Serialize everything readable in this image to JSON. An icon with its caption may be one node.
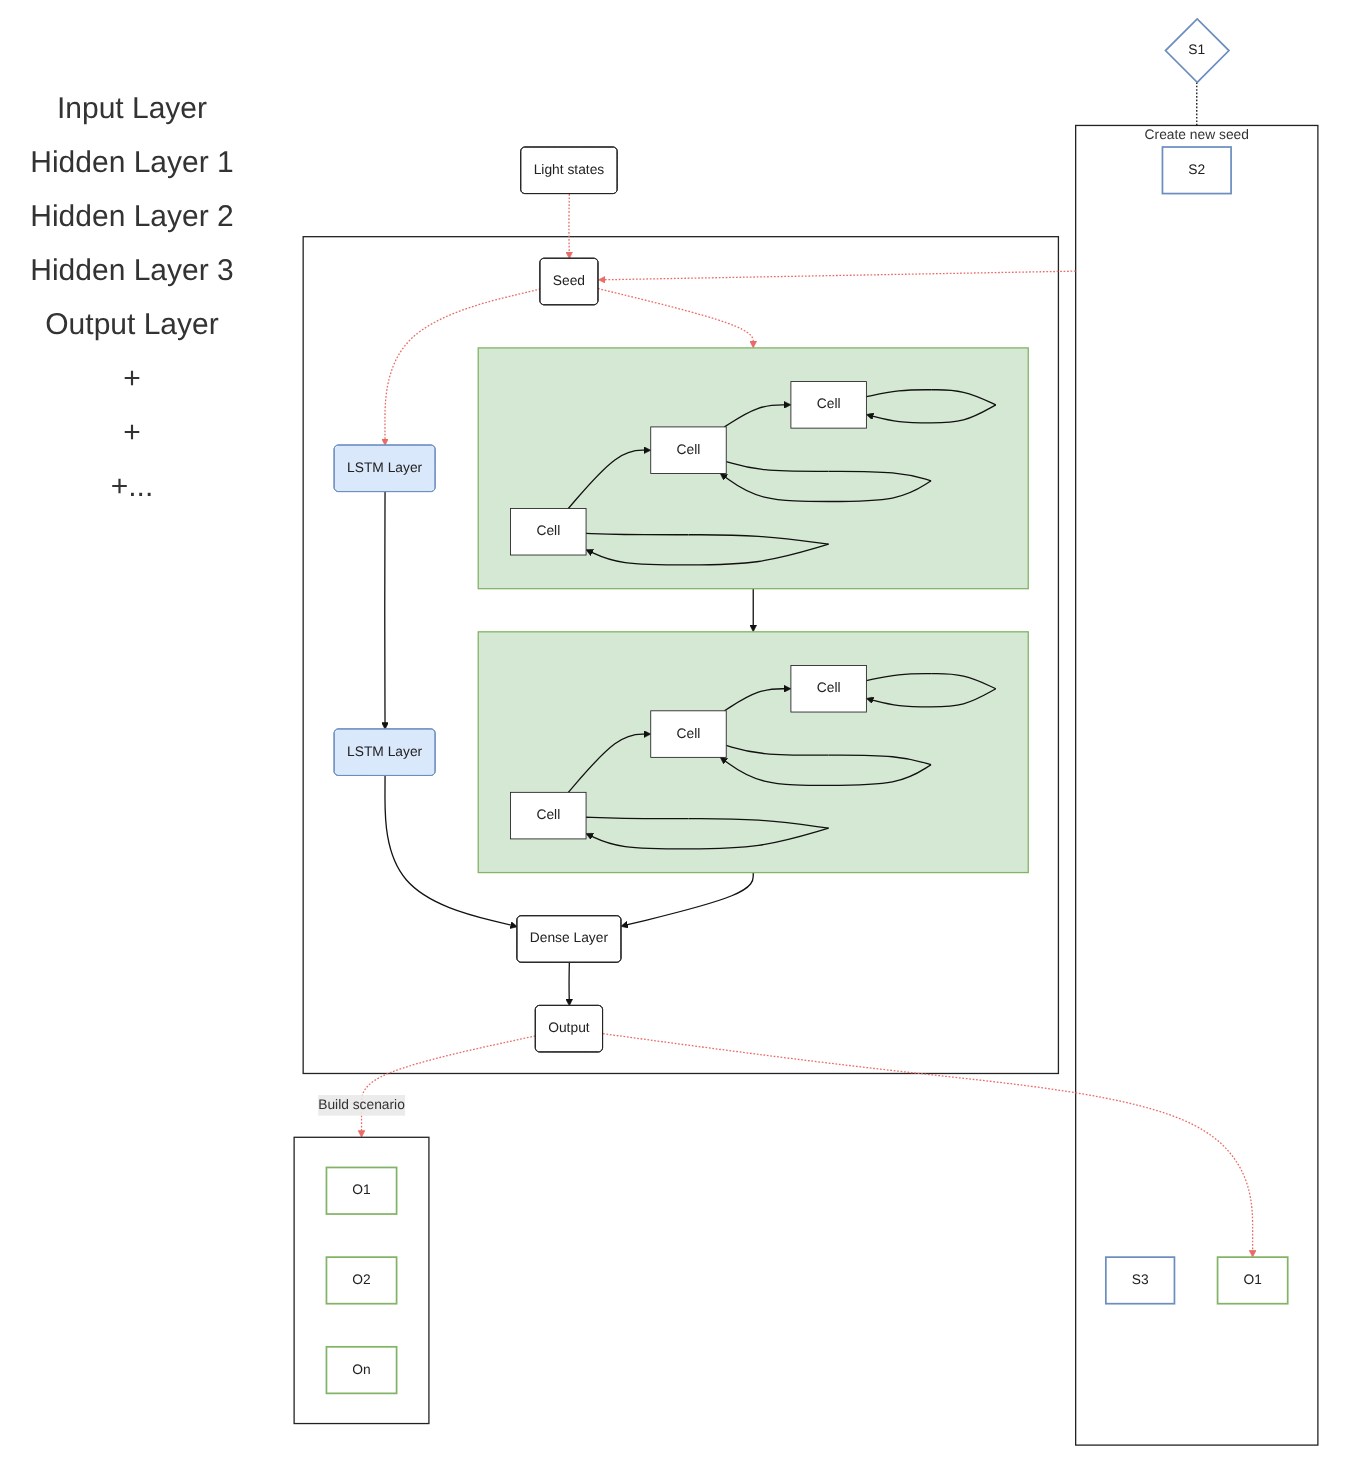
{
  "diagram": {
    "nodes": [
      {
        "text": [
          "Light states"
        ]
      },
      {
        "text": [],
        "shape": "box"
      },
      {
        "text": [
          "Seed"
        ],
        "in": 1
      },
      {
        "text": [
          "LSTM Layer"
        ],
        "in": 1
      },
      {
        "text": [],
        "shape": "box",
        "in": 1
      },
      {
        "text": [
          "Cell"
        ],
        "in": 4
      },
      {
        "text": [
          "Cell"
        ],
        "in": 4
      },
      {
        "text": [
          "Cell"
        ],
        "in": 4
      },
      {
        "text": [
          "LSTM Layer"
        ],
        "in": 1
      },
      {
        "text": [],
        "shape": "box",
        "in": 1
      },
      {
        "text": [
          "Cell"
        ],
        "in": 9
      },
      {
        "text": [
          "Cell"
        ],
        "in": 9
      },
      {
        "text": [
          "Cell"
        ],
        "in": 9
      },
      {
        "text": [
          "Dense Layer"
        ],
        "in": 1
      },
      {
        "text": [
          "Output"
        ],
        "in": 1
      },
      {
        "text": [],
        "shape": "box",
        "beside": [
          "Create new seed"
        ]
      },
      {
        "text": [
          "S2"
        ],
        "in": 15
      },
      {
        "text": [
          "S3"
        ],
        "in": 15
      },
      {
        "text": [
          "O1"
        ],
        "in": 15
      },
      {
        "text": [
          "S1"
        ]
      },
      {
        "text": [],
        "shape": "box"
      },
      {
        "text": [
          "O1"
        ],
        "in": 20
      },
      {
        "text": [
          "O2"
        ],
        "in": 20
      },
      {
        "text": [
          "On"
        ],
        "in": 20
      }
    ],
    "edges": [
      {
        "from": 0,
        "to": 2,
        "arrow": "to",
        "style": "dashed",
        "color": "#ea6b66"
      },
      {
        "from": 15,
        "to": 2,
        "arrow": "to",
        "style": "dashed",
        "color": "#ea6b66"
      },
      {
        "from": 2,
        "to": 3,
        "arrow": "to",
        "style": "dashed",
        "color": "#ea6b66"
      },
      {
        "from": 2,
        "to": 4,
        "arrow": "to",
        "style": "dashed",
        "color": "#ea6b66"
      },
      {
        "from": 5,
        "to": 6,
        "arrow": "to"
      },
      {
        "from": 6,
        "to": 7,
        "arrow": "to"
      },
      {
        "from": 5,
        "to": 5,
        "arrow": "to"
      },
      {
        "from": 6,
        "to": 6,
        "arrow": "to"
      },
      {
        "from": 7,
        "to": 7,
        "arrow": "to"
      },
      {
        "from": 3,
        "to": 8,
        "arrow": "to"
      },
      {
        "from": 4,
        "to": 9,
        "arrow": "to"
      },
      {
        "from": 10,
        "to": 11,
        "arrow": "to"
      },
      {
        "from": 11,
        "to": 12,
        "arrow": "to"
      },
      {
        "from": 10,
        "to": 10,
        "arrow": "to"
      },
      {
        "from": 11,
        "to": 11,
        "arrow": "to"
      },
      {
        "from": 12,
        "to": 12,
        "arrow": "to"
      },
      {
        "from": 8,
        "to": 13,
        "arrow": "to"
      },
      {
        "from": 9,
        "to": 13,
        "arrow": "to"
      },
      {
        "from": 13,
        "to": 14,
        "arrow": "to"
      },
      {
        "from": 14,
        "to": 18,
        "arrow": "to",
        "style": "dashed",
        "color": "#ea6b66"
      },
      {
        "from": 14,
        "to": 20,
        "arrow": "to",
        "label": "Build scenario",
        "style": "dashed",
        "color": "#ea6b66"
      },
      {
        "from": 19,
        "to": 15,
        "arrow": "none",
        "style": "dashed"
      }
    ],
    "labels": [
      "Input Layer",
      "Hidden Layer 1",
      "Hidden Layer 2",
      "Hidden Layer 3",
      "Output Layer",
      "+",
      "+",
      "+..."
    ]
  }
}
